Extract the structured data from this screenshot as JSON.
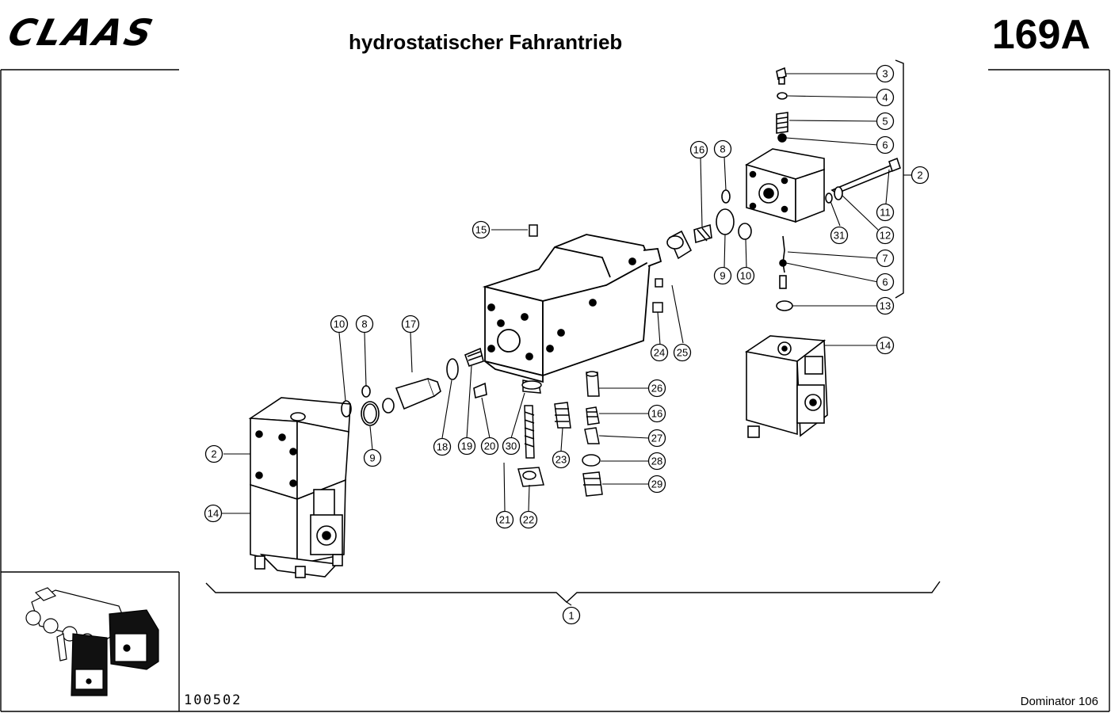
{
  "header": {
    "brand": "CLAAS",
    "title": "hydrostatischer Fahrantrieb",
    "page_number": "169A"
  },
  "footer": {
    "drawing_number": "100502",
    "model": "Dominator 106"
  },
  "callouts": [
    "1",
    "2",
    "3",
    "4",
    "5",
    "6",
    "7",
    "8",
    "9",
    "10",
    "11",
    "12",
    "13",
    "14",
    "15",
    "16",
    "17",
    "18",
    "19",
    "20",
    "21",
    "22",
    "23",
    "24",
    "25",
    "26",
    "27",
    "28",
    "29",
    "30",
    "31"
  ]
}
